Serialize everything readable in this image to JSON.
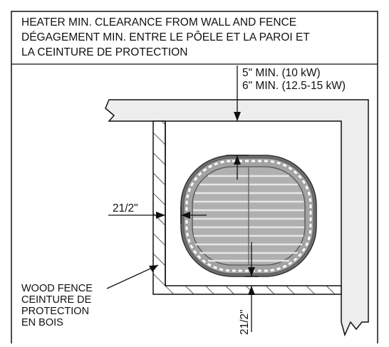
{
  "title": {
    "line1": "HEATER MIN. CLEARANCE FROM WALL AND FENCE",
    "line2": "DÉGAGEMENT MIN. ENTRE LE PÔELE ET LA PAROI ET",
    "line3": "LA CEINTURE DE PROTECTION"
  },
  "top_clearance": {
    "line1": "5\" MIN. (10 kW)",
    "line2": "6\" MIN. (12.5-15 kW)"
  },
  "side_clearance": {
    "label": "21/2\""
  },
  "bottom_clearance": {
    "label": "21/2\""
  },
  "fence_callout": {
    "line1": "WOOD FENCE",
    "line2": "CEINTURE DE",
    "line3": "PROTECTION",
    "line4": "EN BOIS"
  },
  "colors": {
    "line": "#111111",
    "wall_fill": "#ededed",
    "heater_fill": "#9a9a9a",
    "heater_stroke": "#555555"
  }
}
